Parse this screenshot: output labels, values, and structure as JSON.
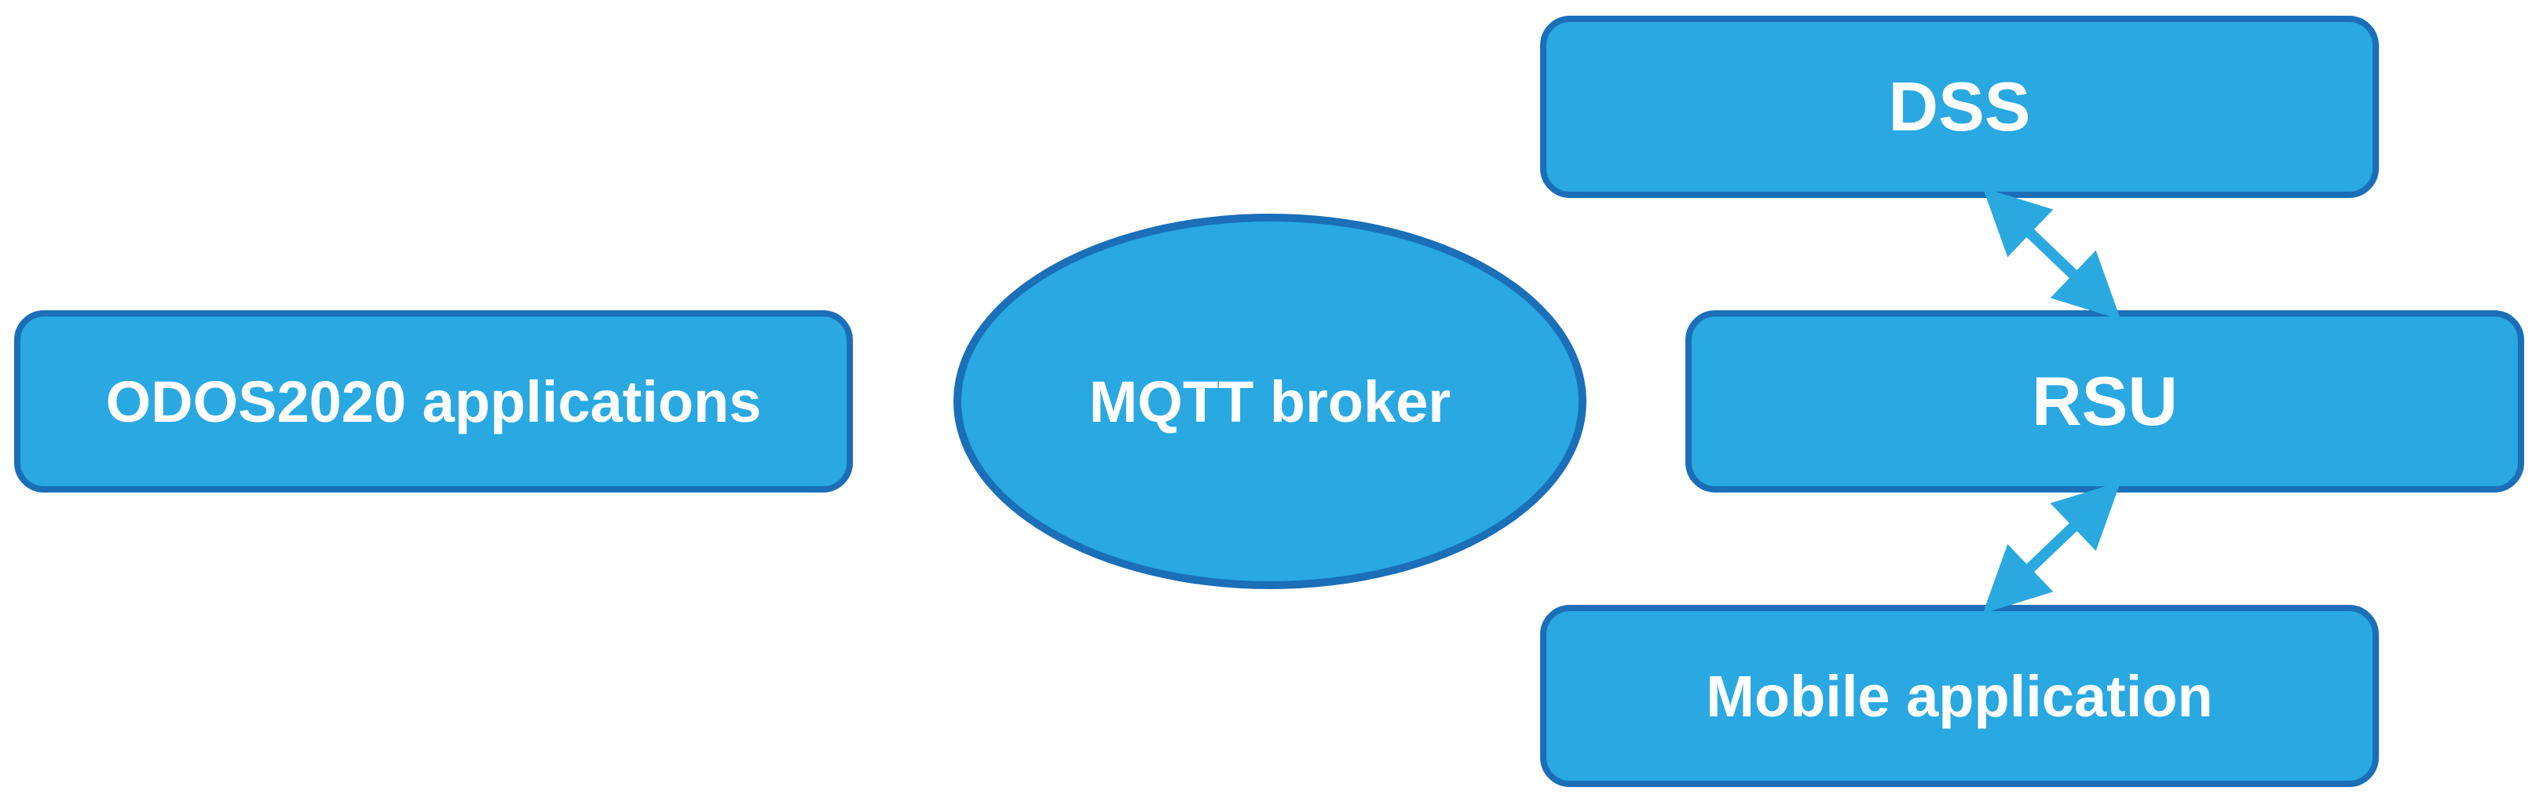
{
  "colors": {
    "fill": "#29a8e2",
    "stroke": "#1a6fb8",
    "text": "#ffffff",
    "arrow": "#2aa8e0"
  },
  "nodes": {
    "odos": "ODOS2020 applications",
    "mqtt": "MQTT broker",
    "dss": "DSS",
    "rsu": "RSU",
    "mobile": "Mobile application"
  },
  "edges": [
    {
      "from": "dss",
      "to": "rsu",
      "style": "bidirectional-arrow"
    },
    {
      "from": "rsu",
      "to": "mobile",
      "style": "bidirectional-arrow"
    }
  ]
}
